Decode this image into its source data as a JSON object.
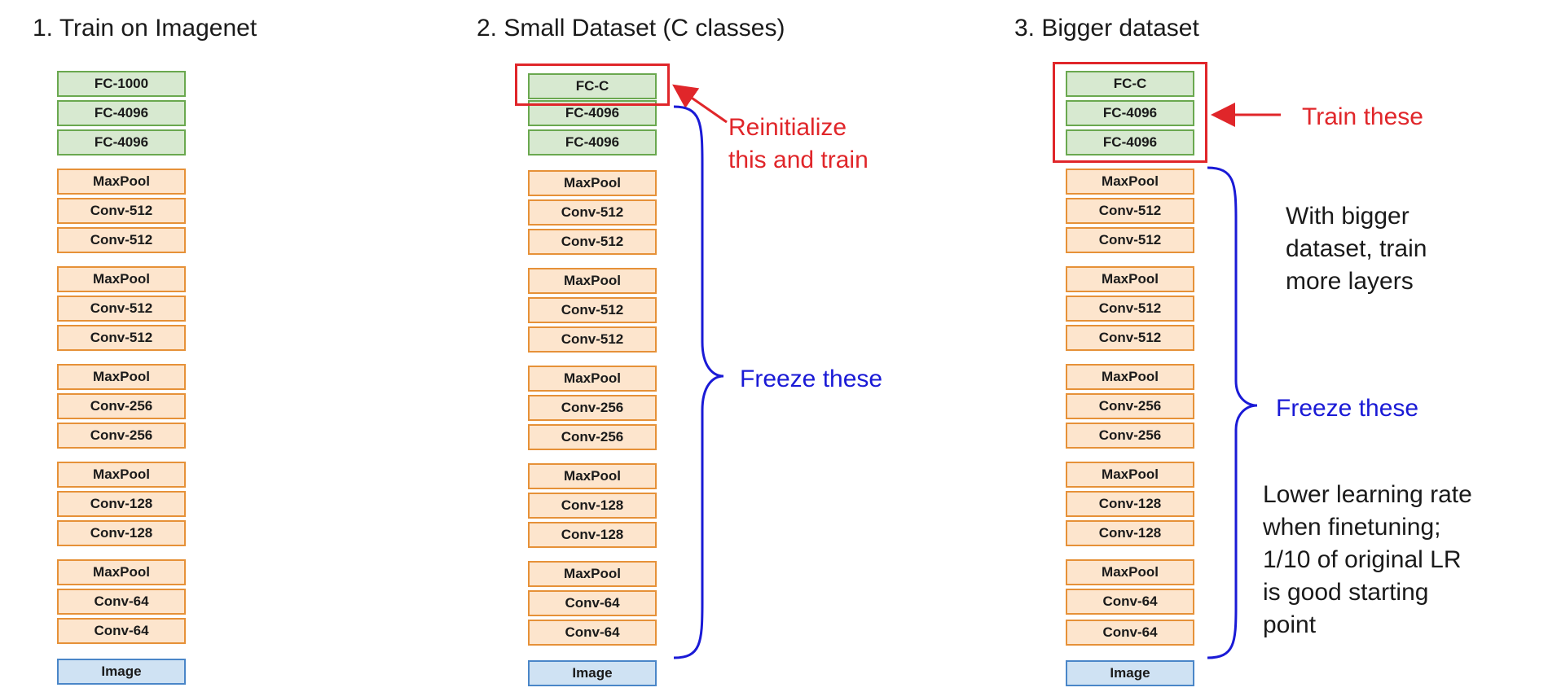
{
  "columns": [
    {
      "title": "1. Train on Imagenet",
      "layers": [
        {
          "label": "FC-1000",
          "kind": "fc"
        },
        {
          "label": "FC-4096",
          "kind": "fc"
        },
        {
          "label": "FC-4096",
          "kind": "fc"
        },
        {
          "label": "MaxPool",
          "kind": "pool"
        },
        {
          "label": "Conv-512",
          "kind": "conv"
        },
        {
          "label": "Conv-512",
          "kind": "conv"
        },
        {
          "label": "MaxPool",
          "kind": "pool"
        },
        {
          "label": "Conv-512",
          "kind": "conv"
        },
        {
          "label": "Conv-512",
          "kind": "conv"
        },
        {
          "label": "MaxPool",
          "kind": "pool"
        },
        {
          "label": "Conv-256",
          "kind": "conv"
        },
        {
          "label": "Conv-256",
          "kind": "conv"
        },
        {
          "label": "MaxPool",
          "kind": "pool"
        },
        {
          "label": "Conv-128",
          "kind": "conv"
        },
        {
          "label": "Conv-128",
          "kind": "conv"
        },
        {
          "label": "MaxPool",
          "kind": "pool"
        },
        {
          "label": "Conv-64",
          "kind": "conv"
        },
        {
          "label": "Conv-64",
          "kind": "conv"
        },
        {
          "label": "Image",
          "kind": "image"
        }
      ]
    },
    {
      "title": "2. Small Dataset (C classes)",
      "layers": [
        {
          "label": "FC-C",
          "kind": "fc"
        },
        {
          "label": "FC-4096",
          "kind": "fc"
        },
        {
          "label": "FC-4096",
          "kind": "fc"
        },
        {
          "label": "MaxPool",
          "kind": "pool"
        },
        {
          "label": "Conv-512",
          "kind": "conv"
        },
        {
          "label": "Conv-512",
          "kind": "conv"
        },
        {
          "label": "MaxPool",
          "kind": "pool"
        },
        {
          "label": "Conv-512",
          "kind": "conv"
        },
        {
          "label": "Conv-512",
          "kind": "conv"
        },
        {
          "label": "MaxPool",
          "kind": "pool"
        },
        {
          "label": "Conv-256",
          "kind": "conv"
        },
        {
          "label": "Conv-256",
          "kind": "conv"
        },
        {
          "label": "MaxPool",
          "kind": "pool"
        },
        {
          "label": "Conv-128",
          "kind": "conv"
        },
        {
          "label": "Conv-128",
          "kind": "conv"
        },
        {
          "label": "MaxPool",
          "kind": "pool"
        },
        {
          "label": "Conv-64",
          "kind": "conv"
        },
        {
          "label": "Conv-64",
          "kind": "conv"
        },
        {
          "label": "Image",
          "kind": "image"
        }
      ],
      "reinit_note": "Reinitialize\nthis and train",
      "freeze_note": "Freeze these"
    },
    {
      "title": "3. Bigger dataset",
      "layers": [
        {
          "label": "FC-C",
          "kind": "fc"
        },
        {
          "label": "FC-4096",
          "kind": "fc"
        },
        {
          "label": "FC-4096",
          "kind": "fc"
        },
        {
          "label": "MaxPool",
          "kind": "pool"
        },
        {
          "label": "Conv-512",
          "kind": "conv"
        },
        {
          "label": "Conv-512",
          "kind": "conv"
        },
        {
          "label": "MaxPool",
          "kind": "pool"
        },
        {
          "label": "Conv-512",
          "kind": "conv"
        },
        {
          "label": "Conv-512",
          "kind": "conv"
        },
        {
          "label": "MaxPool",
          "kind": "pool"
        },
        {
          "label": "Conv-256",
          "kind": "conv"
        },
        {
          "label": "Conv-256",
          "kind": "conv"
        },
        {
          "label": "MaxPool",
          "kind": "pool"
        },
        {
          "label": "Conv-128",
          "kind": "conv"
        },
        {
          "label": "Conv-128",
          "kind": "conv"
        },
        {
          "label": "MaxPool",
          "kind": "pool"
        },
        {
          "label": "Conv-64",
          "kind": "conv"
        },
        {
          "label": "Conv-64",
          "kind": "conv"
        },
        {
          "label": "Image",
          "kind": "image"
        }
      ],
      "train_note": "Train these",
      "bigger_note": "With bigger\ndataset, train\nmore layers",
      "freeze_note": "Freeze these",
      "lr_note": "Lower learning rate\nwhen finetuning;\n1/10 of original LR\nis good starting\npoint"
    }
  ],
  "colors": {
    "fc_fill": "#d7e9d0",
    "fc_border": "#6aa84f",
    "conv_fill": "#fde5cd",
    "conv_border": "#e69138",
    "image_fill": "#cfe2f3",
    "image_border": "#4a86c8",
    "highlight_red": "#e0262a",
    "freeze_blue": "#1a1ad6"
  }
}
